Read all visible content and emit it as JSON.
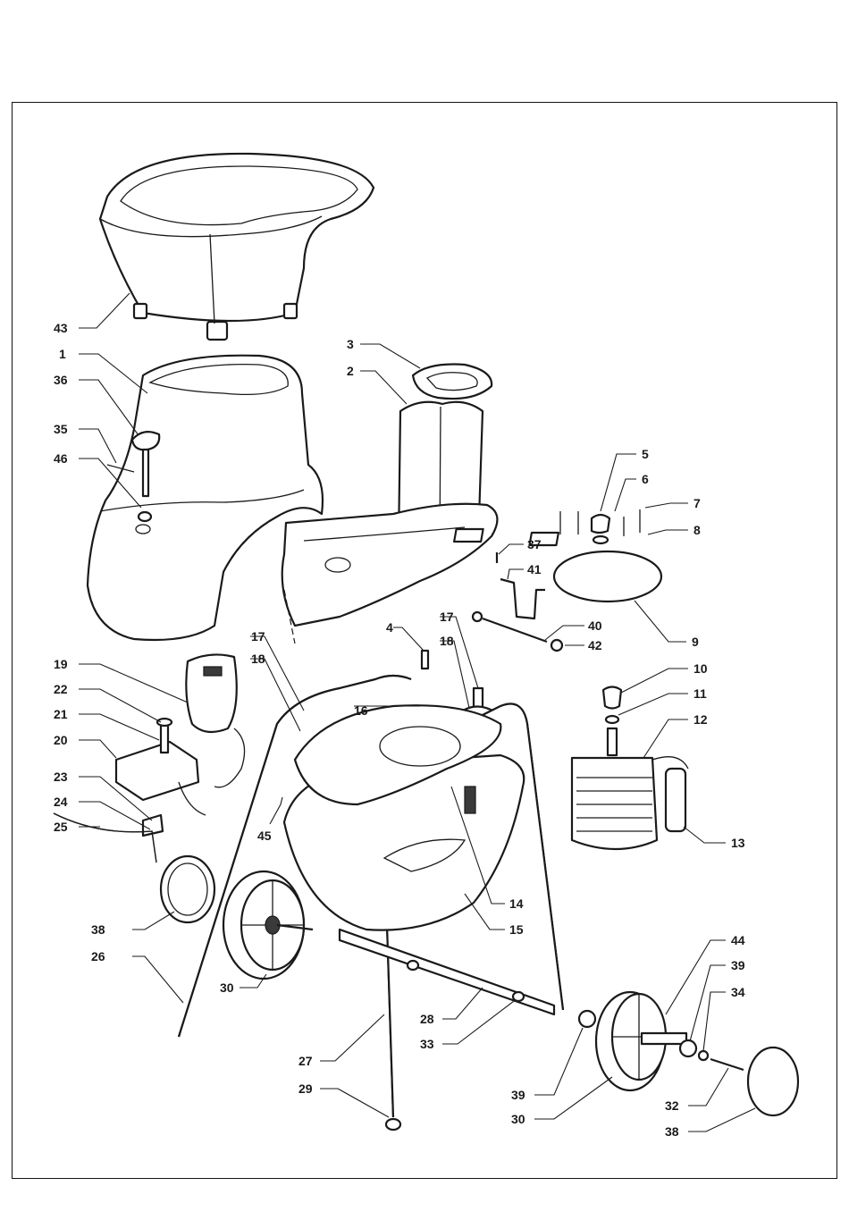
{
  "labels": {
    "l43": "43",
    "l1": "1",
    "l36": "36",
    "l35": "35",
    "l46": "46",
    "l3": "3",
    "l2": "2",
    "l5": "5",
    "l6": "6",
    "l7": "7",
    "l8": "8",
    "l37": "37",
    "l41": "41",
    "l9": "9",
    "l40": "40",
    "l42": "42",
    "l17a": "17",
    "l18a": "18",
    "l4": "4",
    "l17b": "17",
    "l18b": "18",
    "l19": "19",
    "l22": "22",
    "l21": "21",
    "l20": "20",
    "l23": "23",
    "l24": "24",
    "l25": "25",
    "l16": "16",
    "l45": "45",
    "l10": "10",
    "l11": "11",
    "l12": "12",
    "l13": "13",
    "l14": "14",
    "l15": "15",
    "l38a": "38",
    "l26": "26",
    "l30a": "30",
    "l28": "28",
    "l33": "33",
    "l27": "27",
    "l29": "29",
    "l44": "44",
    "l39a": "39",
    "l34": "34",
    "l39b": "39",
    "l32": "32",
    "l30b": "30",
    "l38b": "38"
  }
}
